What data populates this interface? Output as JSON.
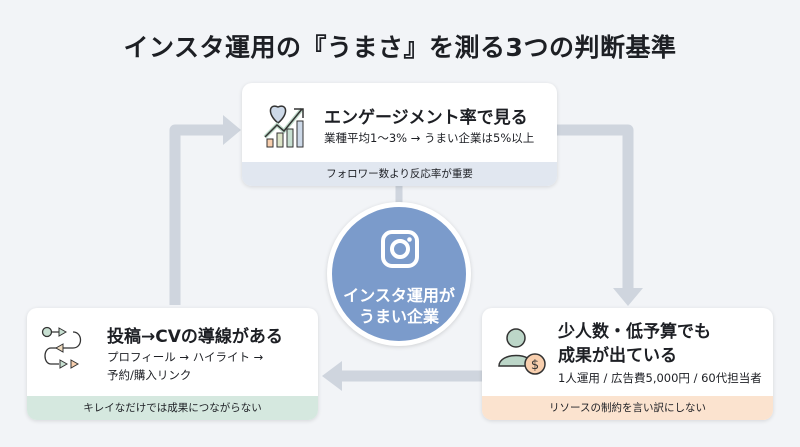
{
  "title": "インスタ運用の『うまさ』を測る3つの判断基準",
  "center": {
    "icon": "instagram-icon",
    "line1": "インスタ運用が",
    "line2": "うまい企業"
  },
  "cards": [
    {
      "icon": "heart-growth-chart-icon",
      "heading": "エンゲージメント率で見る",
      "sub": "業種平均1～3% → うまい企業は5%以上",
      "footer": "フォロワー数より反応率が重要",
      "footer_color": "#e1e7f0"
    },
    {
      "icon": "person-dollar-icon",
      "heading_line1": "少人数・低予算でも",
      "heading_line2": "成果が出ている",
      "sub": "1人運用 / 広告費5,000円 / 60代担当者",
      "footer": "リソースの制約を言い訳にしない",
      "footer_color": "#fbe3cf"
    },
    {
      "icon": "flow-path-icon",
      "heading": "投稿→CVの導線がある",
      "sub_line1": "プロフィール → ハイライト →",
      "sub_line2": "予約/購入リンク",
      "footer": "キレイなだけでは成果につながらない",
      "footer_color": "#d5e8df"
    }
  ],
  "colors": {
    "arrow": "#cfd5de",
    "circle": "#7b9bcb"
  }
}
